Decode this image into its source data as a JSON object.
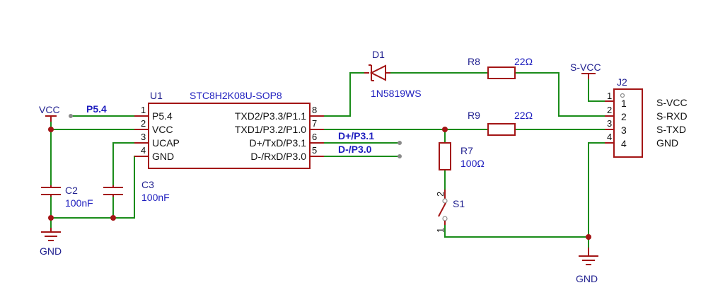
{
  "u1": {
    "ref": "U1",
    "part": "STC8H2K08U-SOP8",
    "left_pins": [
      {
        "num": "1",
        "name": "P5.4"
      },
      {
        "num": "2",
        "name": "VCC"
      },
      {
        "num": "3",
        "name": "UCAP"
      },
      {
        "num": "4",
        "name": "GND"
      }
    ],
    "right_pins": [
      {
        "num": "8",
        "name": "TXD2/P3.3/P1.1"
      },
      {
        "num": "7",
        "name": "TXD1/P3.2/P1.0"
      },
      {
        "num": "6",
        "name": "D+/TxD/P3.1"
      },
      {
        "num": "5",
        "name": "D-/RxD/P3.0"
      }
    ]
  },
  "nets": {
    "p54": "P5.4",
    "dplus": "D+/P3.1",
    "dminus": "D-/P3.0"
  },
  "power": {
    "vcc_left": "VCC",
    "gnd_left": "GND",
    "gnd_right": "GND",
    "s_vcc": "S-VCC"
  },
  "d1": {
    "ref": "D1",
    "value": "1N5819WS"
  },
  "r8": {
    "ref": "R8",
    "value": "22Ω"
  },
  "r9": {
    "ref": "R9",
    "value": "22Ω"
  },
  "r7": {
    "ref": "R7",
    "value": "100Ω"
  },
  "c2": {
    "ref": "C2",
    "value": "100nF"
  },
  "c3": {
    "ref": "C3",
    "value": "100nF"
  },
  "s1": {
    "ref": "S1",
    "pin1": "1",
    "pin2": "2"
  },
  "j2": {
    "ref": "J2",
    "pins": [
      "1",
      "2",
      "3",
      "4"
    ],
    "signals": [
      "S-VCC",
      "S-RXD",
      "S-TXD",
      "GND"
    ]
  },
  "colors": {
    "wire": "#1a8c1a",
    "part": "#a31515",
    "label_blue": "#1f1fbf",
    "label_black": "#111111"
  }
}
